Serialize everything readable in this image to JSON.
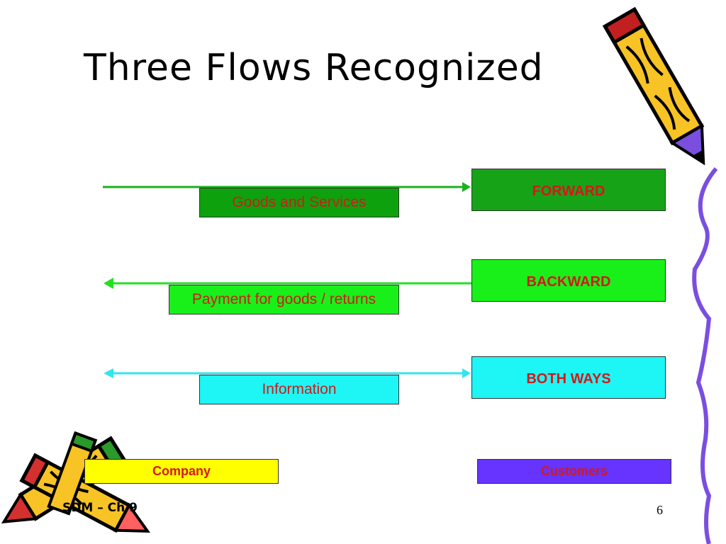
{
  "title": "Three Flows Recognized",
  "flows": [
    {
      "label": "Goods and Services",
      "direction": "FORWARD",
      "color": "#1db01d",
      "label_fill": "#0da20d",
      "type_fill": "#17a317"
    },
    {
      "label": "Payment for goods / returns",
      "direction": "BACKWARD",
      "color": "#22e022",
      "label_fill": "#19f019",
      "type_fill": "#19f019"
    },
    {
      "label": "Information",
      "direction": "BOTH WAYS",
      "color": "#33e5ee",
      "label_fill": "#1ef6f6",
      "type_fill": "#1ef6f6"
    }
  ],
  "endpoints": {
    "left": {
      "label": "Company",
      "fill": "#ffff00"
    },
    "right": {
      "label": "Customers",
      "fill": "#6633ff"
    }
  },
  "footer": {
    "left": "SDM – Ch 9",
    "page_number": "6"
  }
}
